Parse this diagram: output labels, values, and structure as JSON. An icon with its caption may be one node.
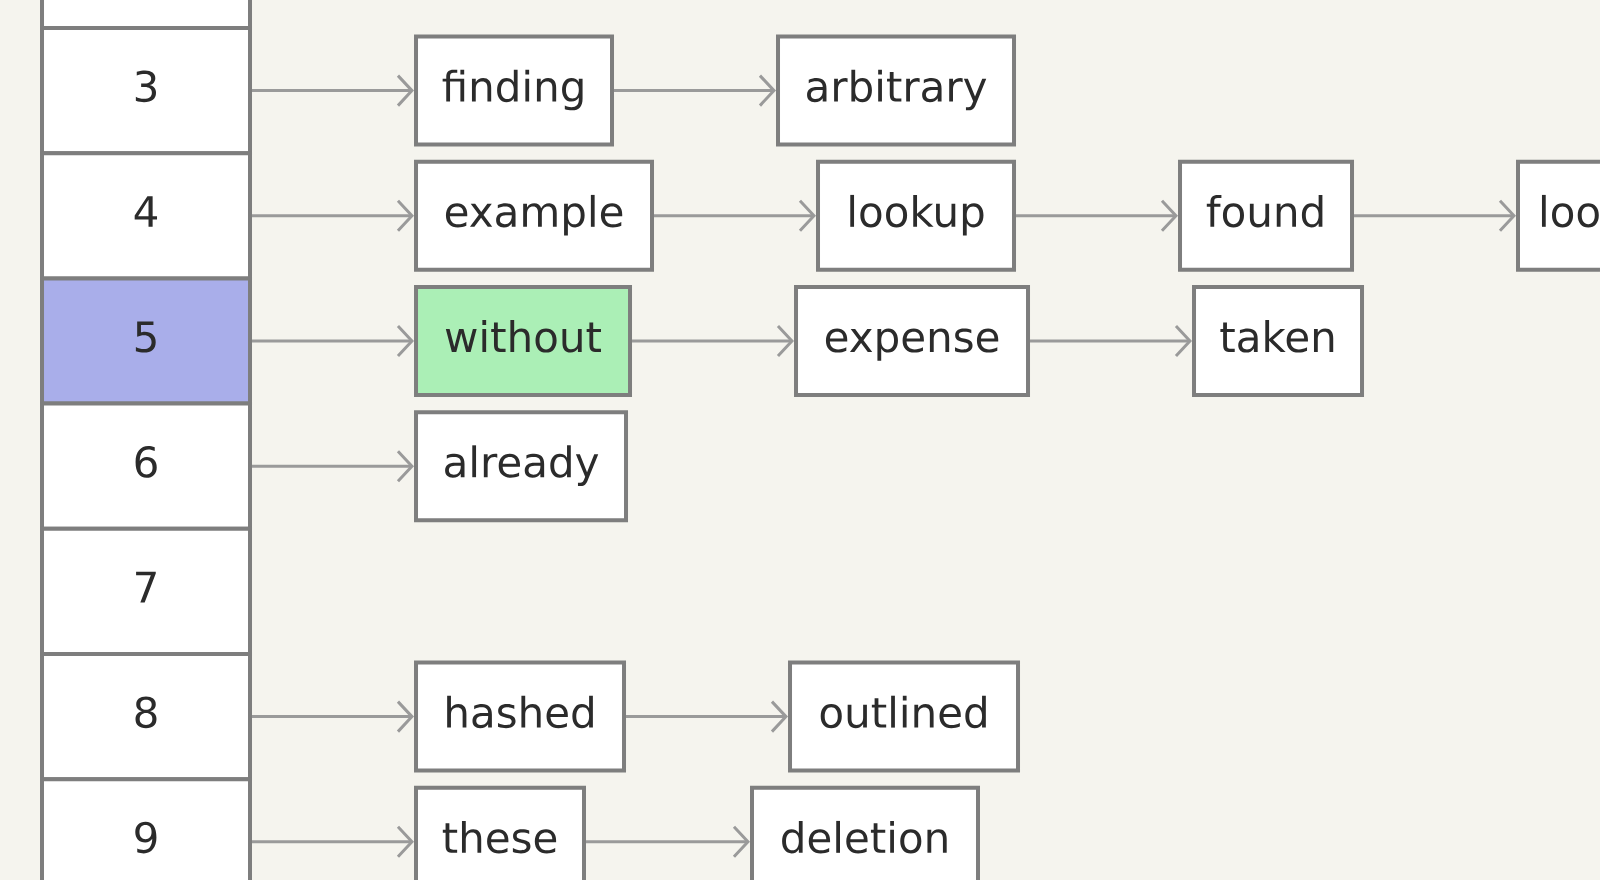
{
  "diagram": {
    "nodes": [
      {
        "text": [],
        "shape": "box"
      },
      {
        "text": [
          "3"
        ]
      },
      {
        "text": [
          "finding"
        ]
      },
      {
        "text": [
          "arbitrary"
        ]
      },
      {
        "text": [
          "4"
        ]
      },
      {
        "text": [
          "example"
        ]
      },
      {
        "text": [
          "lookup"
        ]
      },
      {
        "text": [
          "found"
        ]
      },
      {
        "text": [
          "loo"
        ]
      },
      {
        "text": [
          "5"
        ]
      },
      {
        "text": [
          "without"
        ]
      },
      {
        "text": [
          "expense"
        ]
      },
      {
        "text": [
          "taken"
        ]
      },
      {
        "text": [
          "6"
        ]
      },
      {
        "text": [
          "already"
        ]
      },
      {
        "text": [
          "7"
        ]
      },
      {
        "text": [
          "8"
        ]
      },
      {
        "text": [
          "hashed"
        ]
      },
      {
        "text": [
          "outlined"
        ]
      },
      {
        "text": [
          "9"
        ]
      },
      {
        "text": [
          "these"
        ]
      },
      {
        "text": [
          "deletion"
        ]
      }
    ],
    "edges": [
      {
        "from": 1,
        "to": 2,
        "arrow": "to"
      },
      {
        "from": 2,
        "to": 3,
        "arrow": "to"
      },
      {
        "from": 4,
        "to": 5,
        "arrow": "to"
      },
      {
        "from": 5,
        "to": 6,
        "arrow": "to"
      },
      {
        "from": 6,
        "to": 7,
        "arrow": "to"
      },
      {
        "from": 7,
        "to": 8,
        "arrow": "to"
      },
      {
        "from": 9,
        "to": 10,
        "arrow": "to"
      },
      {
        "from": 10,
        "to": 11,
        "arrow": "to"
      },
      {
        "from": 11,
        "to": 12,
        "arrow": "to"
      },
      {
        "from": 13,
        "to": 14,
        "arrow": "to"
      },
      {
        "from": 16,
        "to": 17,
        "arrow": "to"
      },
      {
        "from": 17,
        "to": 18,
        "arrow": "to"
      },
      {
        "from": 19,
        "to": 20,
        "arrow": "to"
      },
      {
        "from": 20,
        "to": 21,
        "arrow": "to"
      }
    ]
  }
}
